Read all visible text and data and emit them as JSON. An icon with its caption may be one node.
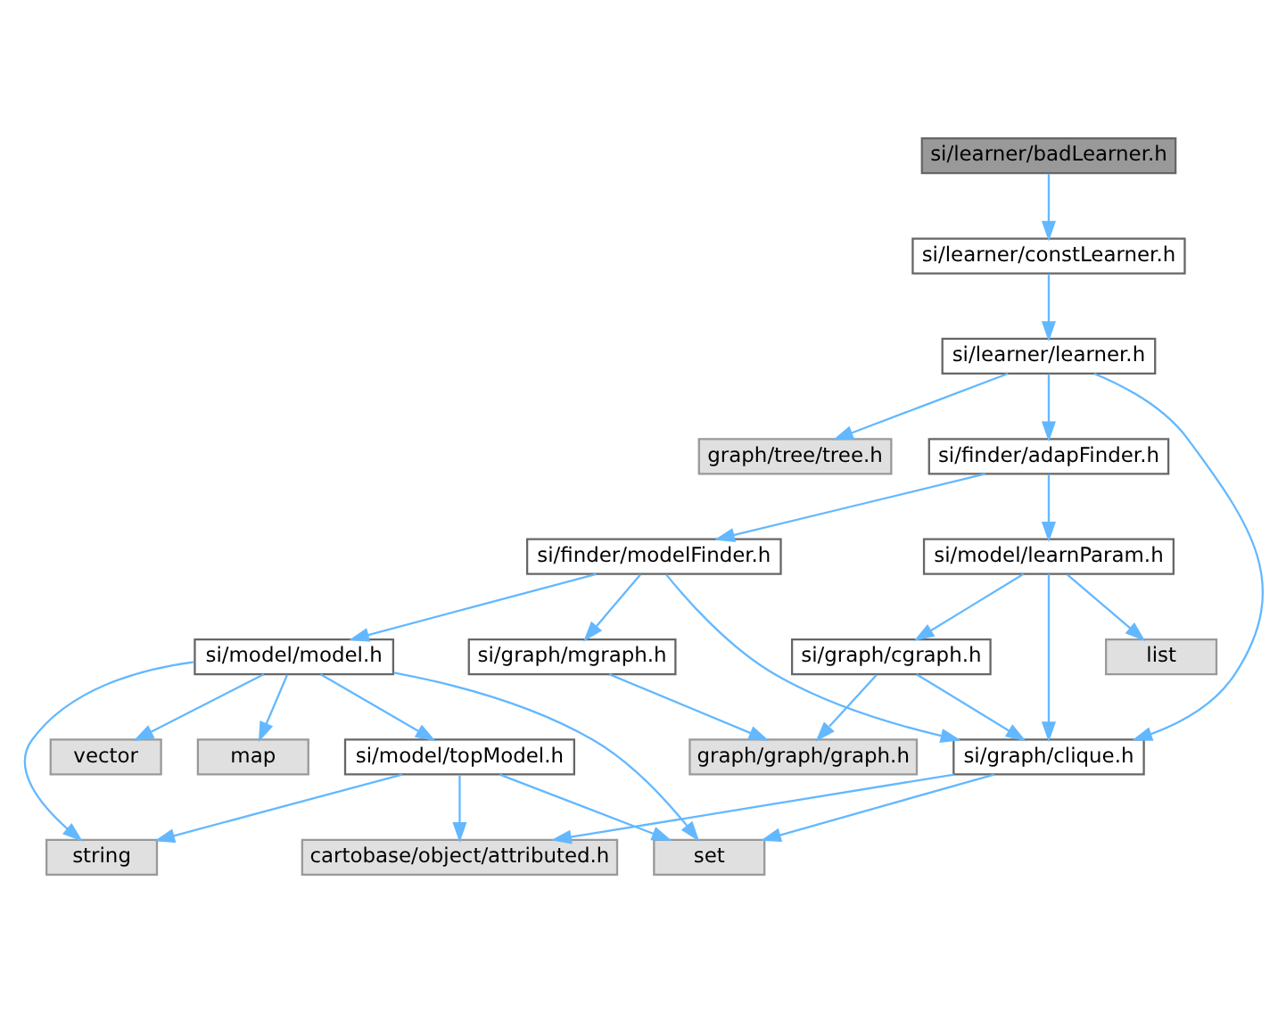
{
  "diagram": {
    "nodes": [
      {
        "text": [
          "si/learner/badLearner.h"
        ]
      },
      {
        "text": [
          "si/learner/constLearner.h"
        ]
      },
      {
        "text": [
          "si/learner/learner.h"
        ]
      },
      {
        "text": [
          "graph/tree/tree.h"
        ]
      },
      {
        "text": [
          "si/finder/adapFinder.h"
        ]
      },
      {
        "text": [
          "si/finder/modelFinder.h"
        ]
      },
      {
        "text": [
          "si/model/learnParam.h"
        ]
      },
      {
        "text": [
          "si/model/model.h"
        ]
      },
      {
        "text": [
          "si/graph/mgraph.h"
        ]
      },
      {
        "text": [
          "si/graph/cgraph.h"
        ]
      },
      {
        "text": [
          "list"
        ]
      },
      {
        "text": [
          "vector"
        ]
      },
      {
        "text": [
          "map"
        ]
      },
      {
        "text": [
          "si/model/topModel.h"
        ]
      },
      {
        "text": [
          "graph/graph/graph.h"
        ]
      },
      {
        "text": [
          "si/graph/clique.h"
        ]
      },
      {
        "text": [
          "string"
        ]
      },
      {
        "text": [
          "set"
        ]
      },
      {
        "text": [
          "cartobase/object/attributed.h"
        ]
      }
    ],
    "edges": [
      {
        "from": 0,
        "to": 1,
        "arrow": "to"
      },
      {
        "from": 1,
        "to": 2,
        "arrow": "to"
      },
      {
        "from": 2,
        "to": 3,
        "arrow": "to"
      },
      {
        "from": 2,
        "to": 4,
        "arrow": "to"
      },
      {
        "from": 2,
        "to": 15,
        "arrow": "to"
      },
      {
        "from": 4,
        "to": 5,
        "arrow": "to"
      },
      {
        "from": 4,
        "to": 6,
        "arrow": "to"
      },
      {
        "from": 5,
        "to": 7,
        "arrow": "to"
      },
      {
        "from": 5,
        "to": 8,
        "arrow": "to"
      },
      {
        "from": 5,
        "to": 15,
        "arrow": "to"
      },
      {
        "from": 6,
        "to": 9,
        "arrow": "to"
      },
      {
        "from": 6,
        "to": 10,
        "arrow": "to"
      },
      {
        "from": 6,
        "to": 15,
        "arrow": "to"
      },
      {
        "from": 7,
        "to": 16,
        "arrow": "to"
      },
      {
        "from": 7,
        "to": 11,
        "arrow": "to"
      },
      {
        "from": 7,
        "to": 12,
        "arrow": "to"
      },
      {
        "from": 7,
        "to": 17,
        "arrow": "to"
      },
      {
        "from": 7,
        "to": 13,
        "arrow": "to"
      },
      {
        "from": 8,
        "to": 14,
        "arrow": "to"
      },
      {
        "from": 9,
        "to": 14,
        "arrow": "to"
      },
      {
        "from": 9,
        "to": 15,
        "arrow": "to"
      },
      {
        "from": 13,
        "to": 16,
        "arrow": "to"
      },
      {
        "from": 13,
        "to": 17,
        "arrow": "to"
      },
      {
        "from": 13,
        "to": 18,
        "arrow": "to"
      },
      {
        "from": 15,
        "to": 17,
        "arrow": "to"
      },
      {
        "from": 15,
        "to": 18,
        "arrow": "to"
      }
    ]
  }
}
